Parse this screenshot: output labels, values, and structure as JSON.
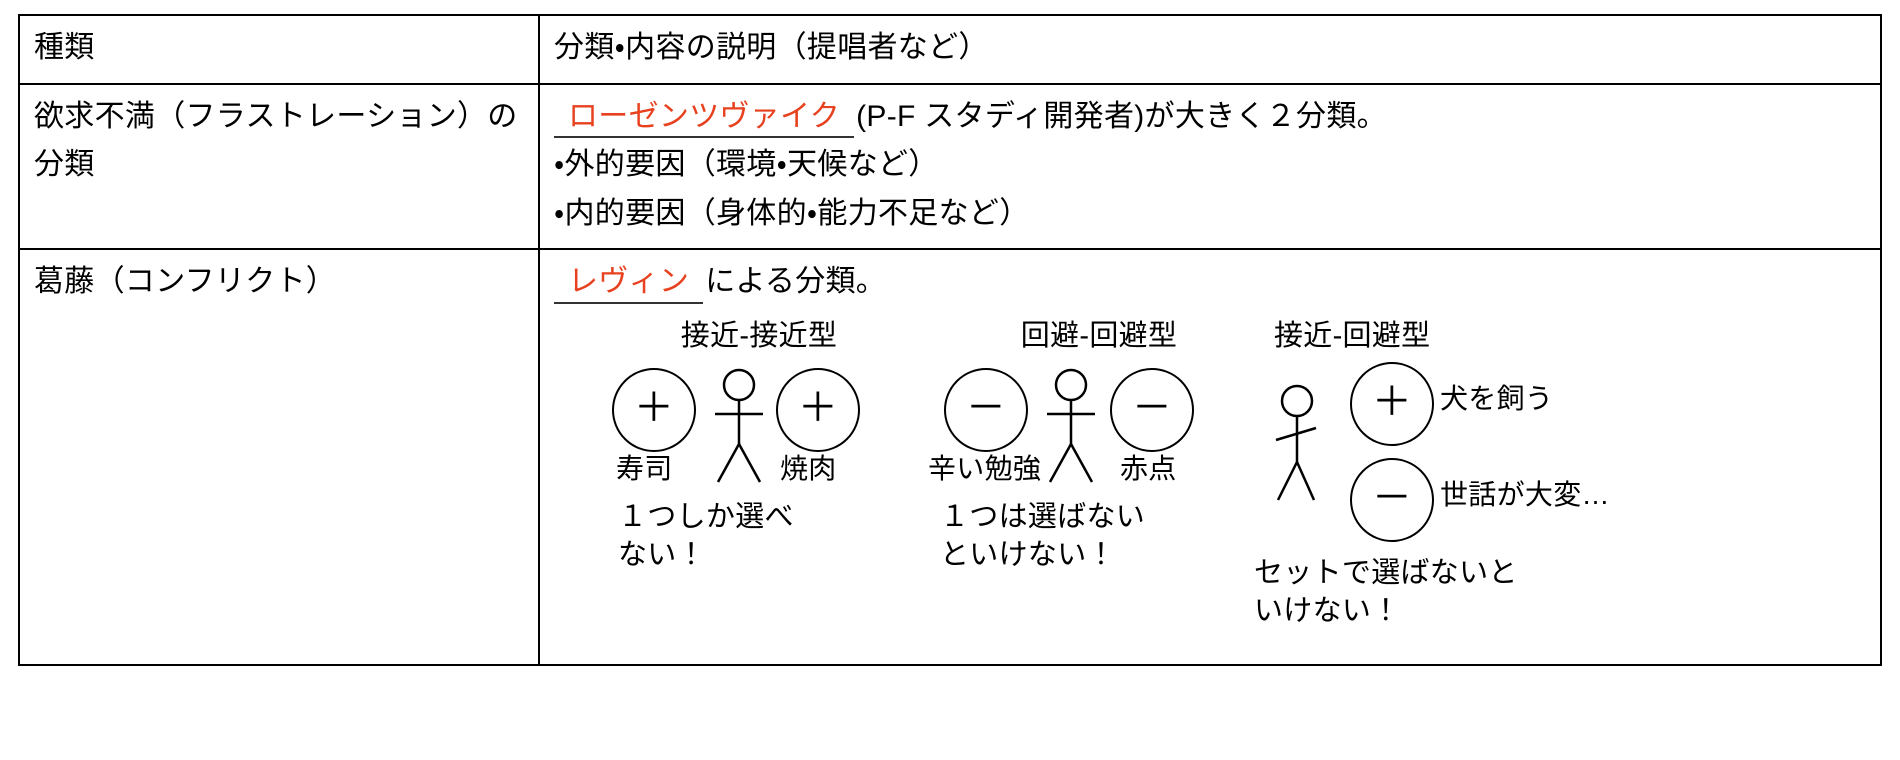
{
  "table": {
    "header": {
      "kind": "種類",
      "description": "分類・内容の説明（提唱者など）"
    },
    "rows": [
      {
        "kind": "欲求不満（フラストレーション）の分類",
        "term": "ローゼンツヴァイク",
        "term_suffix": "(P-F スタディ開発者)が大きく２分類。",
        "bullets": [
          "・外的要因（環境・天候など）",
          "・内的要因（身体的・能力不足など）"
        ]
      },
      {
        "kind": "葛藤（コンフリクト）",
        "term": "レヴィン",
        "term_suffix": "による分類。"
      }
    ]
  },
  "diagrams": [
    {
      "title": "接近-接近型",
      "left_sign": "＋",
      "left_label": "寿司",
      "right_sign": "＋",
      "right_label": "焼肉",
      "caption": "１つしか選べ\nない！"
    },
    {
      "title": "回避-回避型",
      "left_sign": "－",
      "left_label": "辛い勉強",
      "right_sign": "－",
      "right_label": "赤点",
      "caption": "１つは選ばない\nといけない！"
    },
    {
      "title": "接近-回避型",
      "top_sign": "＋",
      "top_label": "犬を飼う",
      "bottom_sign": "－",
      "bottom_label": "世話が大変…",
      "caption": "セットで選ばないと\nいけない！"
    }
  ],
  "colors": {
    "accent_red": "#e8411f",
    "line": "#000000",
    "underline": "#333333"
  }
}
